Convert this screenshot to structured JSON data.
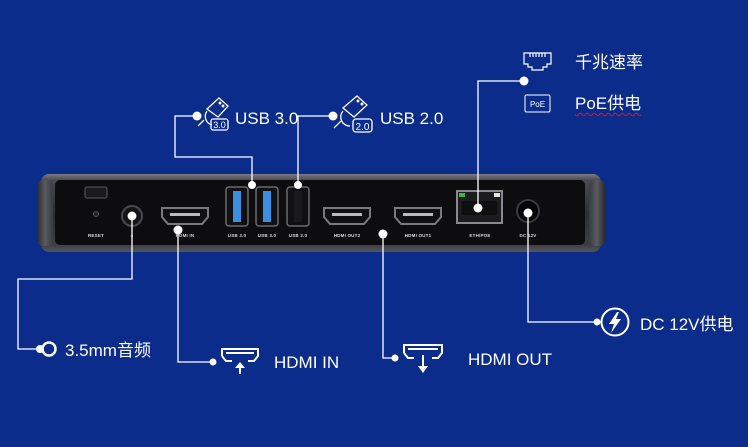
{
  "colors": {
    "background": "#0b2c8b",
    "line": "#ffffff",
    "device_body": "#3a3b40",
    "device_face": "#0d0d0f",
    "usb3_blue": "#3a8fe0"
  },
  "device": {
    "ports": [
      {
        "id": "reset",
        "label": "RESET"
      },
      {
        "id": "audio",
        "label": "∩"
      },
      {
        "id": "hdmi-in",
        "label": "HDMI IN"
      },
      {
        "id": "usb3-1",
        "label": "USB 3.0"
      },
      {
        "id": "usb3-2",
        "label": "USB 3.0"
      },
      {
        "id": "usb2",
        "label": "USB 2.0"
      },
      {
        "id": "hdmi-out2",
        "label": "HDMI OUT2"
      },
      {
        "id": "hdmi-out1",
        "label": "HDMI OUT1"
      },
      {
        "id": "eth",
        "label": "ETH/POE"
      },
      {
        "id": "dc",
        "label": "DC 12V"
      }
    ]
  },
  "callouts": {
    "usb30": {
      "icon": "usb-icon",
      "badge": "3.0",
      "label": "USB 3.0"
    },
    "usb20": {
      "icon": "usb-icon",
      "badge": "2.0",
      "label": "USB 2.0"
    },
    "gigabit": {
      "icon": "ethernet-port-icon",
      "label": "千兆速率"
    },
    "poe": {
      "icon": "poe-badge-icon",
      "badge": "PoE",
      "label": "PoE供电"
    },
    "audio": {
      "icon": "audio-jack-icon",
      "label": "3.5mm音频"
    },
    "hdmi_in": {
      "icon": "hdmi-in-icon",
      "label": "HDMI IN"
    },
    "hdmi_out": {
      "icon": "hdmi-out-icon",
      "label": "HDMI OUT"
    },
    "dc": {
      "icon": "lightning-icon",
      "label": "DC 12V供电"
    }
  }
}
